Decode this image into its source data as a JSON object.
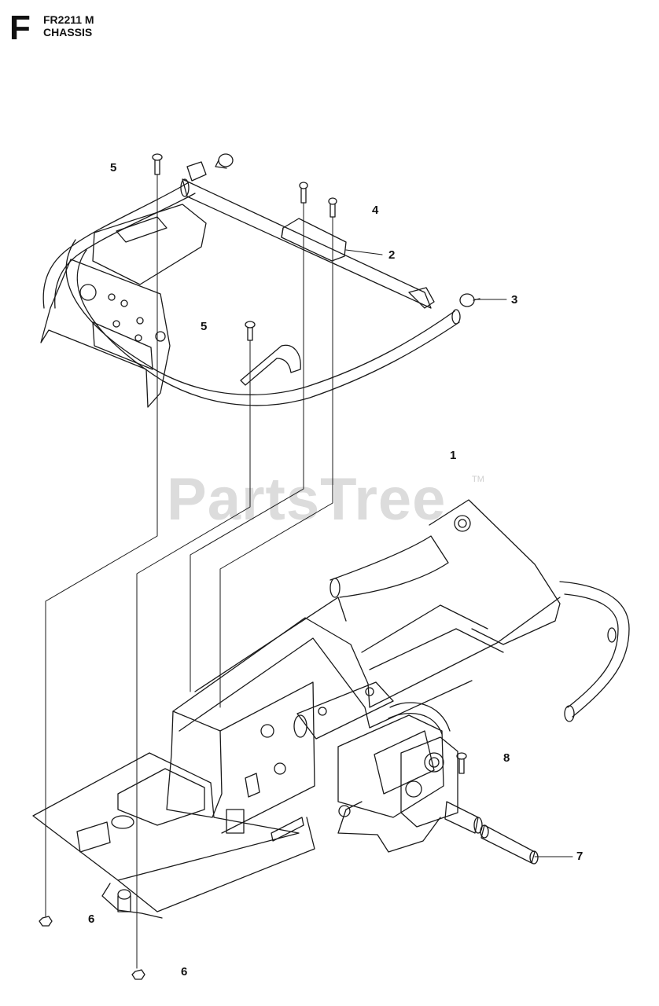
{
  "header": {
    "section_letter": "F",
    "model": "FR2211 M",
    "section_name": "CHASSIS"
  },
  "watermark": {
    "text": "PartsTree",
    "trademark": "TM"
  },
  "callouts": {
    "c1": "1",
    "c2": "2",
    "c3": "3",
    "c4": "4",
    "c5a": "5",
    "c5b": "5",
    "c6a": "6",
    "c6b": "6",
    "c7": "7",
    "c8": "8"
  }
}
